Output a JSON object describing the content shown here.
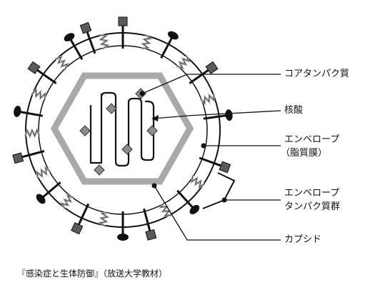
{
  "labels": {
    "core_protein": "コアタンパク質",
    "nucleic_acid": "核酸",
    "envelope_line1": "エンベロープ",
    "envelope_line2": "（脂質膜）",
    "envelope_proteins_line1": "エンベロープ",
    "envelope_proteins_line2": "タンパク質群",
    "capsid": "カプシド"
  },
  "caption": "『感染症と生体防御』（放送大学教材）",
  "colors": {
    "line": "#111111",
    "capsid_gray": "#a9a9a9",
    "envelope_gray": "#bdbdbd",
    "protein_dark": "#5a5a5a",
    "background": "#ffffff"
  }
}
